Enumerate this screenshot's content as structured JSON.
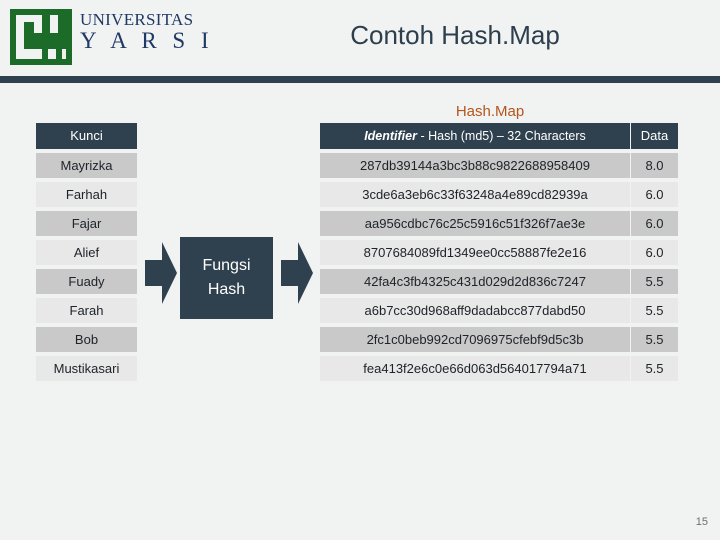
{
  "header": {
    "logo_icon": "yarsi-logo-icon",
    "university_line": "UNIVERSITAS",
    "wordmark_line": "Y A R S I",
    "title": "Contoh Hash.Map"
  },
  "body": {
    "caption": "Hash.Map",
    "columns": {
      "kunci_header": "Kunci",
      "hash_header_italic": "Identifier",
      "hash_header_rest": " - Hash (md5) – 32 Characters",
      "data_header": "Data"
    },
    "rows": [
      {
        "kunci": "Mayrizka",
        "hash": "287db39144a3bc3b88c9822688958409",
        "data": "8.0"
      },
      {
        "kunci": "Farhah",
        "hash": "3cde6a3eb6c33f63248a4e89cd82939a",
        "data": "6.0"
      },
      {
        "kunci": "Fajar",
        "hash": "aa956cdbc76c25c5916c51f326f7ae3e",
        "data": "6.0"
      },
      {
        "kunci": "Alief",
        "hash": "8707684089fd1349ee0cc58887fe2e16",
        "data": "6.0"
      },
      {
        "kunci": "Fuady",
        "hash": "42fa4c3fb4325c431d029d2d836c7247",
        "data": "5.5"
      },
      {
        "kunci": "Farah",
        "hash": "a6b7cc30d968aff9dadabcc877dabd50",
        "data": "5.5"
      },
      {
        "kunci": "Bob",
        "hash": "2fc1c0beb992cd7096975cfebf9d5c3b",
        "data": "5.5"
      },
      {
        "kunci": "Mustikasari",
        "hash": "fea413f2e6c0e66d063d564017794a71",
        "data": "5.5"
      }
    ],
    "diagram": {
      "box_line1": "Fungsi",
      "box_line2": "Hash",
      "left_arrow_icon": "arrow-right-icon",
      "right_arrow_icon": "arrow-right-icon"
    }
  },
  "footer": {
    "page_number": "15"
  },
  "colors": {
    "accent_dark": "#2f414f",
    "caption_orange": "#b4561b",
    "logo_green": "#1d6b28",
    "wordmark_navy": "#1f3864",
    "row_dark": "#c9c9c9",
    "row_light": "#e8e8e8",
    "background": "#f1f2f2"
  }
}
